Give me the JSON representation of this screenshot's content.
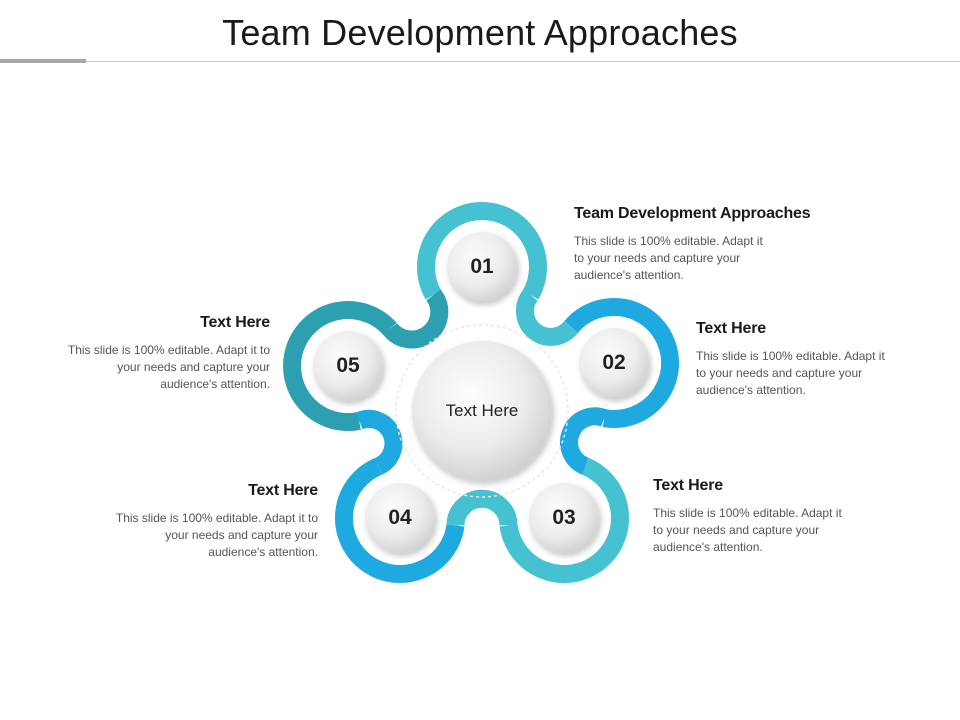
{
  "slide": {
    "title": "Team Development Approaches",
    "center_label": "Text Here"
  },
  "colors": {
    "teal_light": "#45c1d2",
    "blue": "#1ea9e1",
    "teal_dark": "#2c9fb0",
    "circle_light": "#f5f5f5",
    "circle_dark": "#d0d0d0"
  },
  "steps": [
    {
      "number": "01",
      "heading": "Team Development Approaches",
      "body": "This slide is 100% editable. Adapt it to your needs and capture your audience's attention.",
      "color": "#45c1d2"
    },
    {
      "number": "02",
      "heading": "Text Here",
      "body": "This slide is 100% editable. Adapt it to your needs and capture your audience's attention.",
      "color": "#1ea9e1"
    },
    {
      "number": "03",
      "heading": "Text Here",
      "body": "This slide is 100% editable. Adapt it to your needs and capture your audience's attention.",
      "color": "#45c1d2"
    },
    {
      "number": "04",
      "heading": "Text Here",
      "body": "This slide is 100% editable. Adapt it to your needs and capture your audience's attention.",
      "color": "#1ea9e1"
    },
    {
      "number": "05",
      "heading": "Text Here",
      "body": "This slide is 100% editable. Adapt it to your needs and capture your audience's attention.",
      "color": "#2c9fb0"
    }
  ]
}
